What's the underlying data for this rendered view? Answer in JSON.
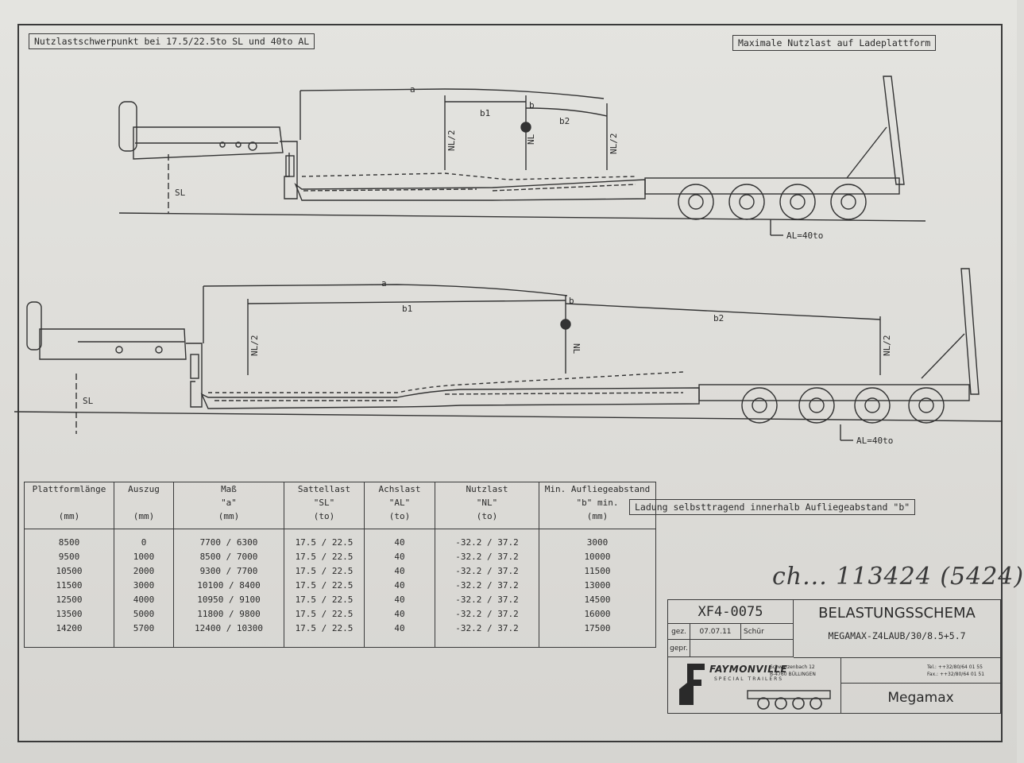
{
  "labels": {
    "top_left": "Nutzlastschwerpunkt bei 17.5/22.5to SL und 40to AL",
    "top_right": "Maximale Nutzlast auf Ladeplattform",
    "note_right": "Ladung selbsttragend innerhalb Auflieg​eabstand \"b\""
  },
  "dims": {
    "a": "a",
    "b": "b",
    "b1": "b1",
    "b2": "b2",
    "nl2": "NL/2",
    "nl": "NL",
    "sl": "SL",
    "al": "AL=40to"
  },
  "table": {
    "headers": [
      [
        "Plattformlänge",
        "",
        "(mm)"
      ],
      [
        "Auszug",
        "",
        "(mm)"
      ],
      [
        "Maß",
        "\"a\"",
        "(mm)"
      ],
      [
        "Sattellast",
        "\"SL\"",
        "(to)"
      ],
      [
        "Achslast",
        "\"AL\"",
        "(to)"
      ],
      [
        "Nutzlast",
        "\"NL\"",
        "(to)"
      ],
      [
        "Min. Aufliegeabstand",
        "\"b\" min.",
        "(mm)"
      ]
    ],
    "rows": [
      [
        "8500",
        "0",
        "7700 / 6300",
        "17.5 / 22.5",
        "40",
        "-32.2 / 37.2",
        "3000"
      ],
      [
        "9500",
        "1000",
        "8500 / 7000",
        "17.5 / 22.5",
        "40",
        "-32.2 / 37.2",
        "10000"
      ],
      [
        "10500",
        "2000",
        "9300 / 7700",
        "17.5 / 22.5",
        "40",
        "-32.2 / 37.2",
        "11500"
      ],
      [
        "11500",
        "3000",
        "10100 / 8400",
        "17.5 / 22.5",
        "40",
        "-32.2 / 37.2",
        "13000"
      ],
      [
        "12500",
        "4000",
        "10950 / 9100",
        "17.5 / 22.5",
        "40",
        "-32.2 / 37.2",
        "14500"
      ],
      [
        "13500",
        "5000",
        "11800 / 9800",
        "17.5 / 22.5",
        "40",
        "-32.2 / 37.2",
        "16000"
      ],
      [
        "14200",
        "5700",
        "12400 / 10300",
        "17.5 / 22.5",
        "40",
        "-32.2 / 37.2",
        "17500"
      ]
    ]
  },
  "handwriting": "ch... 113424 (5424)",
  "title_block": {
    "drawing_no": "XF4-0075",
    "title": "BELASTUNGSSCHEMA",
    "model": "MEGAMAX-Z4LAUB/30/8.5+5.7",
    "gez_label": "gez.",
    "gez_date": "07.07.11",
    "gez_name": "Schür",
    "gepr_label": "gepr.",
    "company": "FAYMONVILLE",
    "company_sub": "SPECIAL TRAILERS",
    "address_1": "Schwarzenbach 12",
    "address_2": "B-4760 BÜLLINGEN",
    "tel": "Tel.: ++32/80/64 01 55",
    "fax": "Fax.: ++32/80/64 01 51",
    "product": "Megamax"
  }
}
